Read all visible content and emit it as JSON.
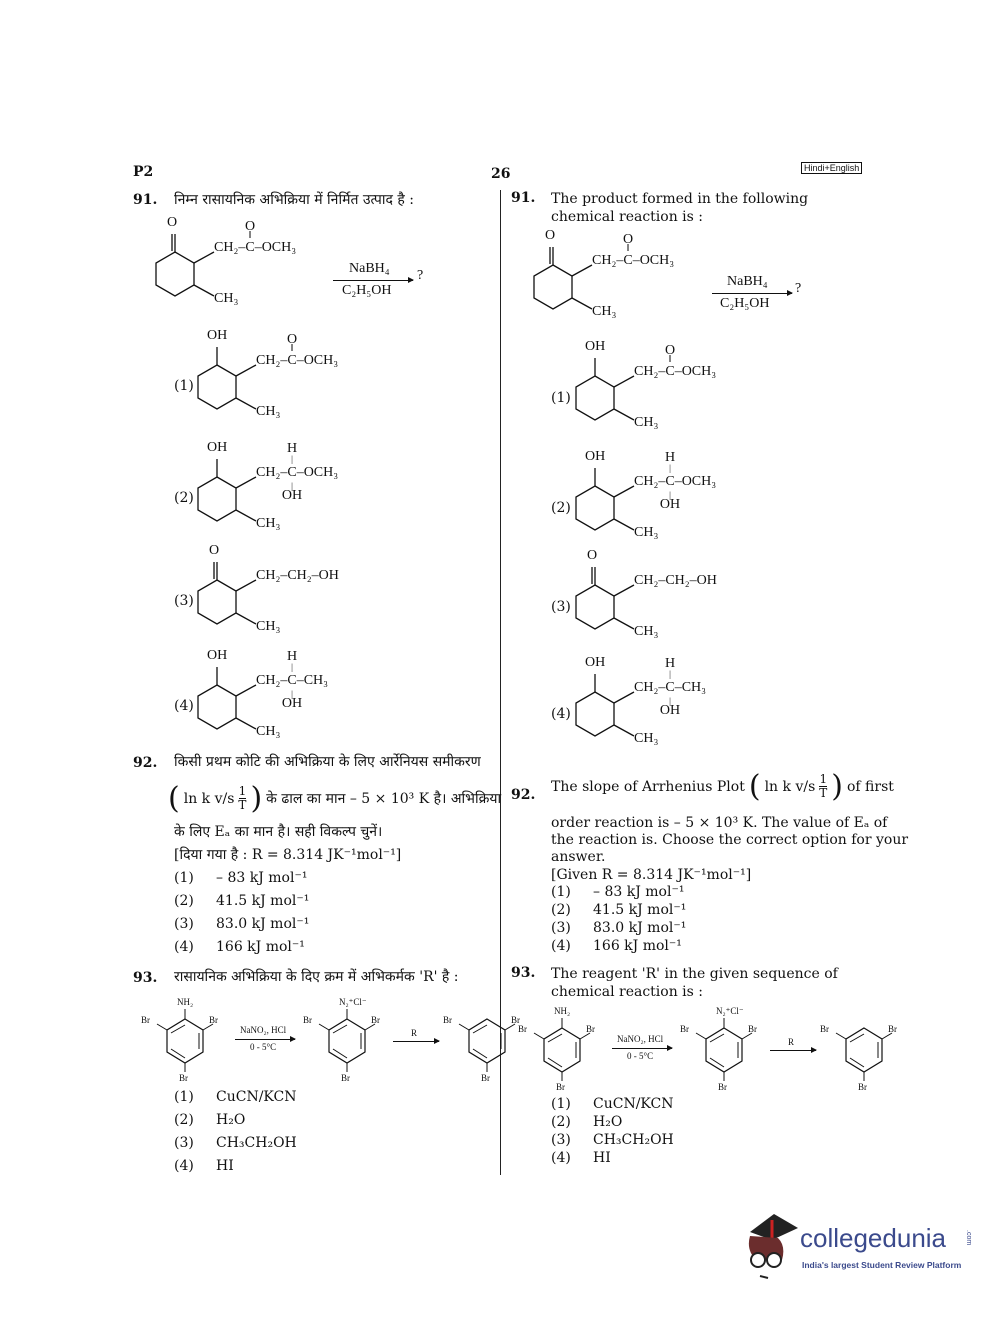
{
  "header": {
    "paper_code": "P2",
    "page_number": "26",
    "language_badge": "Hindi+English"
  },
  "q91": {
    "number": "91.",
    "hi_text": "निम्न रासायनिक अभिक्रिया में निर्मित उत्पाद है :",
    "en_text": "The product formed in the following chemical reaction is :",
    "reagent_above": "NaBH₄",
    "reagent_below": "C₂H₅OH",
    "product": "?",
    "reactant": {
      "top": "O",
      "pre": "CH₂–",
      "c": "C",
      "above": "O",
      "below": "",
      "post": "–OCH₃",
      "bottom": "CH₃",
      "ketone": true
    },
    "options": [
      {
        "label": "(1)",
        "top": "OH",
        "pre": "CH₂–",
        "c": "C",
        "above": "O",
        "below": "",
        "post": "–OCH₃",
        "bottom": "CH₃",
        "ketone": false,
        "carbonyl": true
      },
      {
        "label": "(2)",
        "top": "OH",
        "pre": "CH₂–",
        "c": "C",
        "above": "H",
        "below": "OH",
        "post": "–OCH₃",
        "bottom": "CH₃",
        "ketone": false
      },
      {
        "label": "(3)",
        "top": "O",
        "pre": "CH₂–CH₂–OH",
        "c": "",
        "above": "",
        "below": "",
        "post": "",
        "bottom": "CH₃",
        "ketone": true
      },
      {
        "label": "(4)",
        "top": "OH",
        "pre": "CH₂–",
        "c": "C",
        "above": "H",
        "below": "OH",
        "post": "–CH₃",
        "bottom": "CH₃",
        "ketone": false
      }
    ]
  },
  "q92": {
    "number": "92.",
    "hi_line1": "किसी प्रथम कोटि की अभिक्रिया के लिए आर्रेनियस समीकरण",
    "plot": "ln k v/s",
    "frac_num": "1",
    "frac_den": "T",
    "hi_line2": "के ढाल का मान – 5 × 10³ K है। अभिक्रिया",
    "hi_line3": "के लिए Eₐ का मान है। सही विकल्प चुनें।",
    "hi_given": "[दिया गया है : R = 8.314 JK⁻¹mol⁻¹]",
    "en_pre": "The slope of Arrhenius Plot",
    "en_post": "of first",
    "en_line2": "order reaction is – 5 × 10³ K. The value of Eₐ of",
    "en_line3": "the reaction is. Choose the correct option for your",
    "en_line4": "answer.",
    "en_given": "[Given R = 8.314 JK⁻¹mol⁻¹]",
    "options": [
      {
        "label": "(1)",
        "text": "– 83 kJ mol⁻¹"
      },
      {
        "label": "(2)",
        "text": "41.5 kJ mol⁻¹"
      },
      {
        "label": "(3)",
        "text": "83.0 kJ mol⁻¹"
      },
      {
        "label": "(4)",
        "text": "166 kJ mol⁻¹"
      }
    ]
  },
  "q93": {
    "number": "93.",
    "hi_text": "रासायनिक अभिक्रिया के दिए क्रम में अभिकर्मक 'R' है :",
    "en_text": "The reagent 'R' in the given sequence of chemical reaction is :",
    "reactant": {
      "top": "NH₂",
      "left": "Br",
      "right": "Br",
      "bottom": "Br"
    },
    "intermediate": {
      "top": "N₂⁺Cl⁻",
      "left": "Br",
      "right": "Br",
      "bottom": "Br"
    },
    "product": {
      "top": "",
      "left": "Br",
      "right": "Br",
      "bottom": "Br"
    },
    "step1_above": "NaNO₂, HCl",
    "step1_below": "0 - 5°C",
    "step2_above": "R",
    "options": [
      {
        "label": "(1)",
        "text": "CuCN/KCN"
      },
      {
        "label": "(2)",
        "text": "H₂O"
      },
      {
        "label": "(3)",
        "text": "CH₃CH₂OH"
      },
      {
        "label": "(4)",
        "text": "HI"
      }
    ]
  },
  "logo": {
    "name": "collegedunia",
    "suffix": ".com",
    "tagline": "India's largest Student Review Platform",
    "color": "#3b4a8c"
  }
}
